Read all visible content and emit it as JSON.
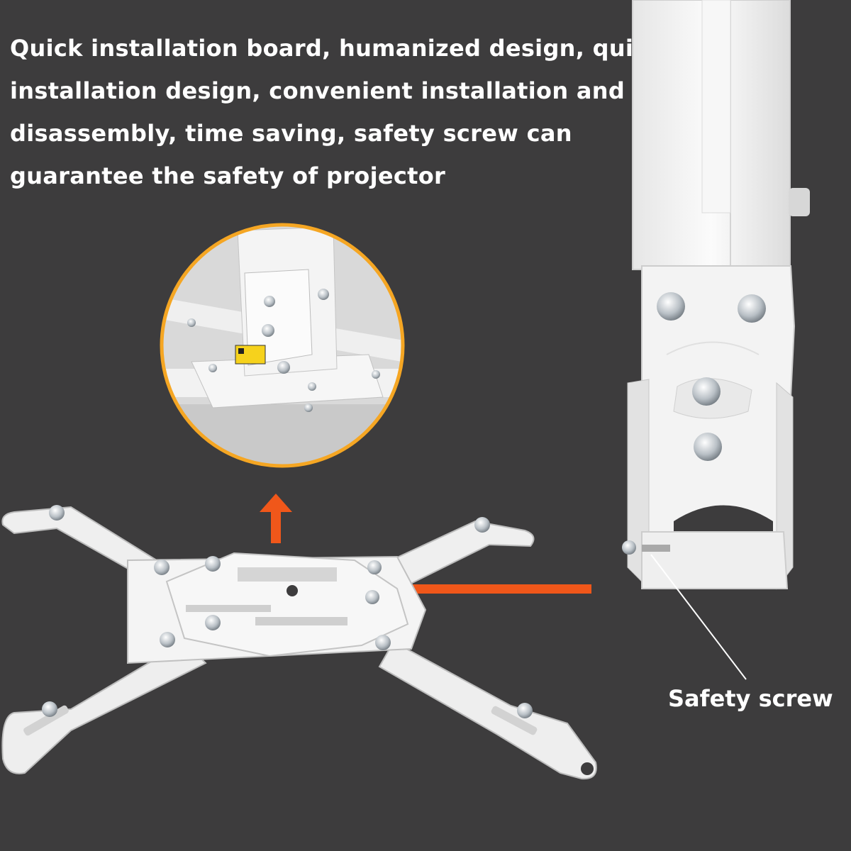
{
  "headline": {
    "lines": [
      "Quick installation board, humanized design, quick",
      "installation design, convenient installation and",
      "disassembly, time saving, safety screw can",
      "guarantee the safety of projector"
    ]
  },
  "callout": {
    "safety_screw_label": "Safety screw"
  },
  "colors": {
    "background": "#3d3c3d",
    "arrow": "#f0571a",
    "zoom_ring": "#f5a623",
    "metal": "#f2f2f2"
  },
  "icons": [
    "up-arrow-icon",
    "left-arrow-icon",
    "screw-icon"
  ]
}
